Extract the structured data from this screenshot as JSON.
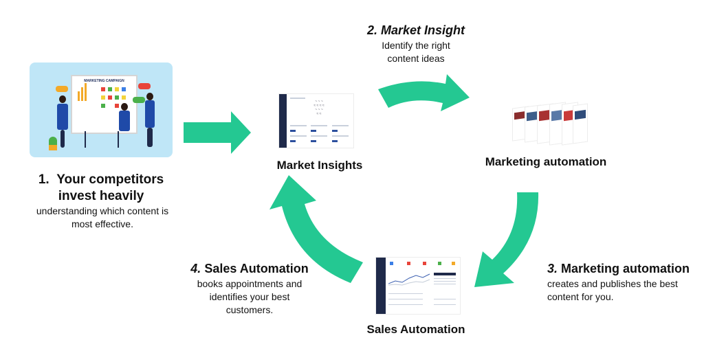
{
  "stage1": {
    "number": "1.",
    "title_line1": "Your competitors",
    "title_line2": "invest heavily",
    "desc_line1": "understanding which content is",
    "desc_line2": "most effective.",
    "illustration_caption": "MARKETING CAMPAIGN"
  },
  "nodes": {
    "market_insights": "Market Insights",
    "marketing_automation": "Marketing automation",
    "sales_automation": "Sales Automation"
  },
  "step2": {
    "number": "2.",
    "title": "Market Insight",
    "desc_line1": "Identify the right",
    "desc_line2": "content ideas"
  },
  "step3": {
    "number": "3.",
    "title": "Marketing automation",
    "desc_line1": "creates and publishes the best",
    "desc_line2": "content for you."
  },
  "step4": {
    "number": "4.",
    "title": "Sales Automation",
    "desc_line1": "books appointments and",
    "desc_line2": "identifies your best",
    "desc_line3": "customers."
  },
  "colors": {
    "arrow": "#24c892",
    "illustration_bg": "#bfe6f7",
    "dashboard_sidebar": "#1f2a4a"
  },
  "icons": {
    "arrow_right": "arrow-right-icon",
    "arrow_curved": "curved-arrow-icon"
  }
}
